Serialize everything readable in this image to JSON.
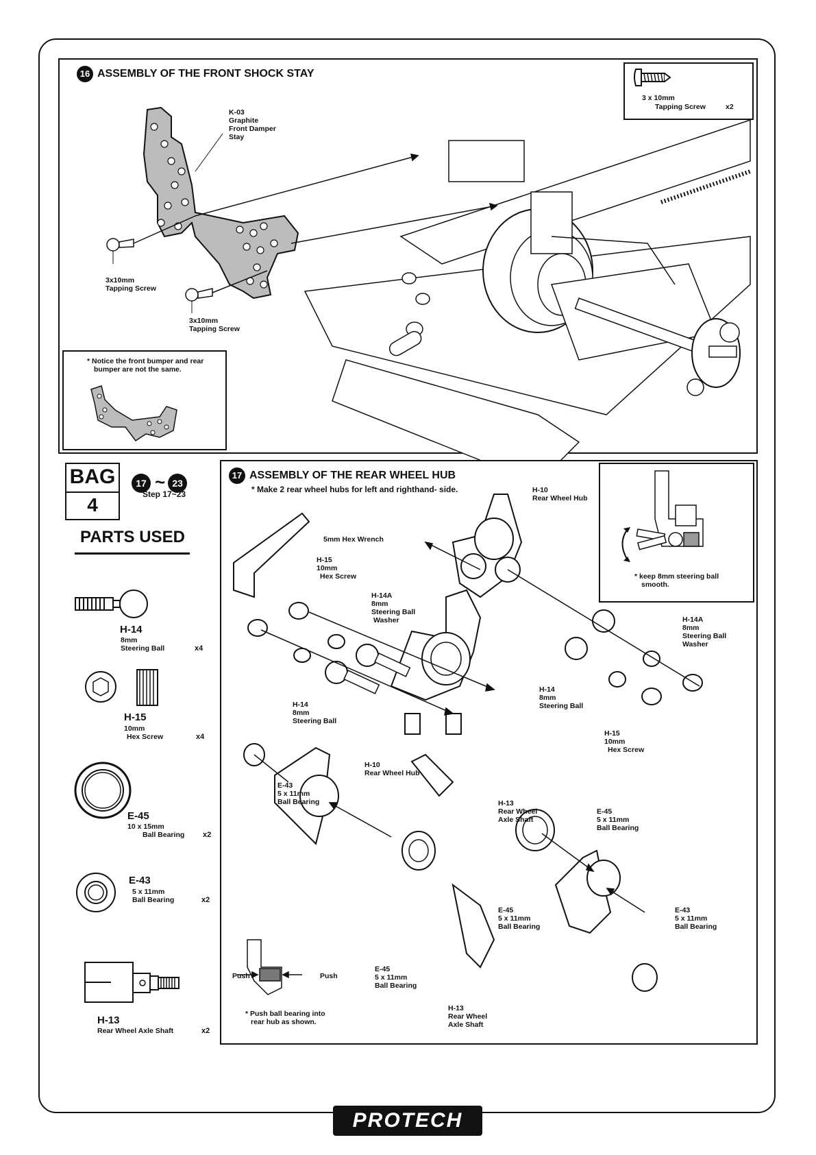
{
  "step16": {
    "number": "16",
    "title": "ASSEMBLY OF THE FRONT SHOCK STAY",
    "inset_screw": {
      "size": "3 x 10mm",
      "name": "Tapping Screw",
      "qty": "x2"
    },
    "label_k03": [
      "K-03",
      "Graphite",
      "Front Damper",
      "Stay"
    ],
    "label_screw1": [
      "3x10mm",
      "Tapping Screw"
    ],
    "label_screw2": [
      "3x10mm",
      "Tapping Screw"
    ],
    "notice": [
      "* Notice the front bumper and rear",
      "bumper are not the same."
    ]
  },
  "bag": {
    "label": "BAG",
    "number": "4",
    "step_range_start": "17",
    "step_range_end": "23",
    "step_text": "Step 17~23"
  },
  "parts_used": {
    "heading": "PARTS USED",
    "items": [
      {
        "code": "H-14",
        "desc": [
          "8mm",
          "Steering Ball"
        ],
        "qty": "x4"
      },
      {
        "code": "H-15",
        "desc": [
          "10mm",
          "Hex Screw"
        ],
        "qty": "x4"
      },
      {
        "code": "E-45",
        "desc": [
          "10 x 15mm",
          "Ball Bearing"
        ],
        "qty": "x2"
      },
      {
        "code": "E-43",
        "desc": [
          "5 x 11mm",
          "Ball Bearing"
        ],
        "qty": "x2"
      },
      {
        "code": "H-13",
        "desc": [
          "Rear Wheel Axle  Shaft"
        ],
        "qty": "x2"
      }
    ]
  },
  "step17": {
    "number": "17",
    "title": "ASSEMBLY OF THE REAR WHEEL  HUB",
    "subtitle": "* Make 2 rear  wheel hubs for left and righthand- side.",
    "inset_note": [
      "* keep 8mm steering ball",
      "smooth."
    ],
    "labels": {
      "hex_wrench": "5mm Hex Wrench",
      "h15_a": [
        "H-15",
        "10mm",
        "Hex Screw"
      ],
      "h14a_a": [
        "H-14A",
        "8mm",
        "Steering Ball",
        "Washer"
      ],
      "h14_a": [
        "H-14",
        "8mm",
        "Steering Ball"
      ],
      "h10_a": [
        "H-10",
        "Rear Wheel Hub"
      ],
      "h10_b": [
        "H-10",
        "Rear Wheel Hub"
      ],
      "h14a_b": [
        "H-14A",
        "8mm",
        "Steering Ball",
        "Washer"
      ],
      "h14_b": [
        "H-14",
        "8mm",
        "Steering Ball"
      ],
      "h15_b": [
        "H-15",
        "10mm",
        "Hex Screw"
      ],
      "e43_a": [
        "E-43",
        "5 x 11mm",
        "Ball Bearing"
      ],
      "h13_a": [
        "H-13",
        "Rear Wheel",
        "Axle  Shaft"
      ],
      "e45_a": [
        "E-45",
        "5 x 11mm",
        "Ball Bearing"
      ],
      "e45_b": [
        "E-45",
        "5 x 11mm",
        "Ball Bearing"
      ],
      "e43_b": [
        "E-43",
        "5 x 11mm",
        "Ball Bearing"
      ],
      "e45_c": [
        "E-45",
        "5 x 11mm",
        "Ball Bearing"
      ],
      "h13_b": [
        "H-13",
        "Rear Wheel",
        "Axle  Shaft"
      ],
      "push_left": "Push",
      "push_right": "Push",
      "push_note": [
        "* Push ball bearing into",
        "rear hub as shown."
      ]
    }
  },
  "footer": {
    "logo": "PROTECH"
  }
}
